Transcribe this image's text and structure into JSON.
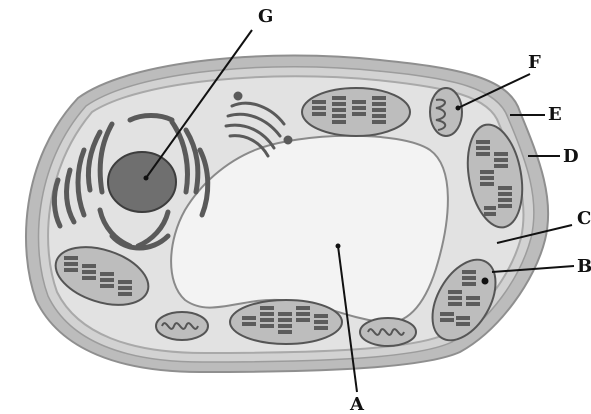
{
  "diagram": {
    "labels": {
      "A": "A",
      "B": "B",
      "C": "C",
      "D": "D",
      "E": "E",
      "F": "F",
      "G": "G"
    }
  },
  "colors": {
    "cell_wall_outer": "#bcbcbc",
    "cell_wall_inner": "#d2d2d2",
    "cell_membrane": "#a9a9a9",
    "cytoplasm": "#e2e2e2",
    "vacuole": "#f3f3f3",
    "nucleus": "#6f6f6f",
    "chloroplast_fill": "#bdbdbd",
    "chloroplast_outline": "#555555",
    "grana": "#5c5c5c",
    "organelle_dark": "#5a5a5a",
    "leader_line": "#111111"
  }
}
